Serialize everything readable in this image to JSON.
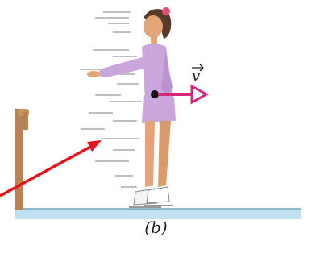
{
  "figure": {
    "caption": "(b)",
    "velocity_label": "v",
    "colors": {
      "ice": "#bfe1f0",
      "ice_edge": "#6aa6bd",
      "rail": "#b8834f",
      "outfit": "#c9a6dc",
      "skin": "#e3a477",
      "hair": "#5a3a2a",
      "bow": "#e0507a",
      "velocity_arrow": "#d2287e",
      "pointer_arrow": "#e8101a",
      "speed_lines": "#9a9a9a"
    },
    "icons": [
      "skater-figure",
      "velocity-arrow-icon",
      "red-pointer-arrow-icon",
      "handrail-post-icon"
    ]
  }
}
